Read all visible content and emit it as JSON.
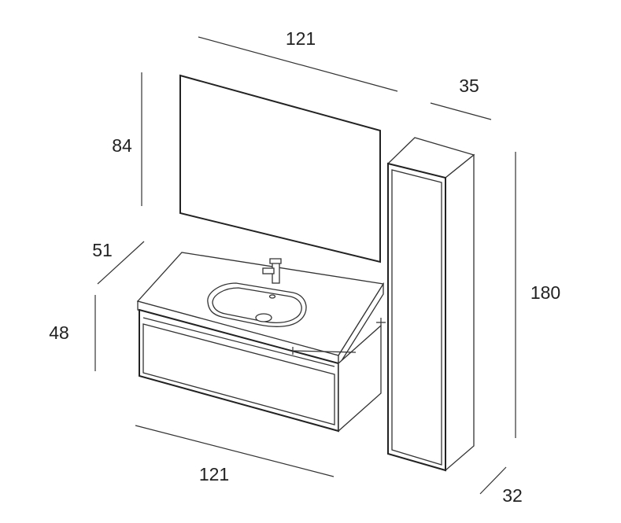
{
  "dimensions": {
    "mirror_width": "121",
    "column_depth": "35",
    "mirror_height": "84",
    "vanity_depth": "51",
    "vanity_height": "48",
    "column_height": "180",
    "vanity_width": "121",
    "column_base_depth": "32"
  },
  "colors": {
    "stroke": "#333333",
    "background": "#ffffff"
  }
}
